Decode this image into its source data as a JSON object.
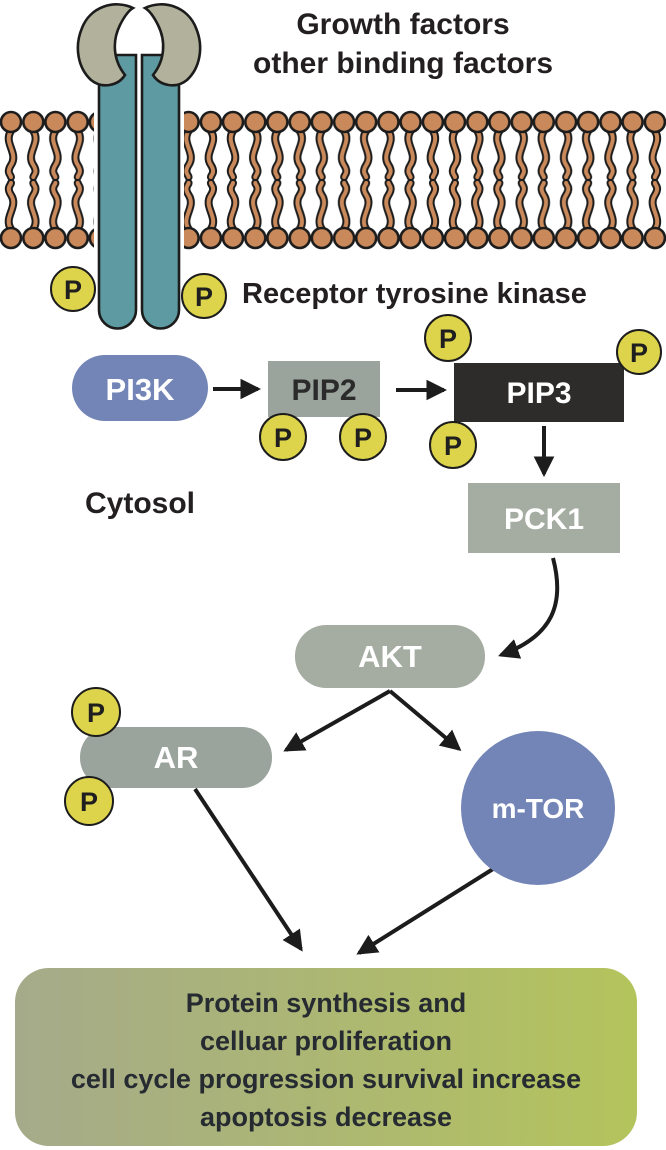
{
  "figure": {
    "title_line1": "Growth factors",
    "title_line2": "other binding factors",
    "receptor_label": "Receptor tyrosine kinase",
    "compartment_label": "Cytosol",
    "phosphate_label": "P"
  },
  "nodes": {
    "pi3k": {
      "label": "PI3K"
    },
    "pip2": {
      "label": "PIP2"
    },
    "pip3": {
      "label": "PIP3"
    },
    "pck1": {
      "label": "PCK1"
    },
    "akt": {
      "label": "AKT"
    },
    "ar": {
      "label": "AR"
    },
    "mtor": {
      "label": "m-TOR"
    }
  },
  "outcome_box": {
    "line1": "Protein synthesis and",
    "line2": "celluar proliferation",
    "line3": "cell cycle progression survival increase",
    "line4": "apoptosis decrease"
  },
  "edges": [
    {
      "from": "PI3K",
      "to": "PIP2"
    },
    {
      "from": "PIP2",
      "to": "PIP3"
    },
    {
      "from": "PIP3",
      "to": "PCK1"
    },
    {
      "from": "PCK1",
      "to": "AKT"
    },
    {
      "from": "AKT",
      "to": "AR"
    },
    {
      "from": "AKT",
      "to": "m-TOR"
    },
    {
      "from": "AR",
      "to": "outcome"
    },
    {
      "from": "m-TOR",
      "to": "outcome"
    }
  ],
  "colors": {
    "background": "#ffffff",
    "text_dark": "#231f20",
    "membrane_orange": "#c9895a",
    "receptor_teal": "#5d9aa1",
    "receptor_cap": "#b2b19b",
    "phosphate_yellow": "#ddd44c",
    "blue_node": "#7385b7",
    "gray_node": "#9aa49d",
    "gray_node_light": "#a5ada3",
    "dark_node": "#2d2c2b",
    "outcome_left": "#a5aa8a",
    "outcome_right": "#b4c45c",
    "outcome_text": "#262a31",
    "outline": "#1c1c1c"
  }
}
